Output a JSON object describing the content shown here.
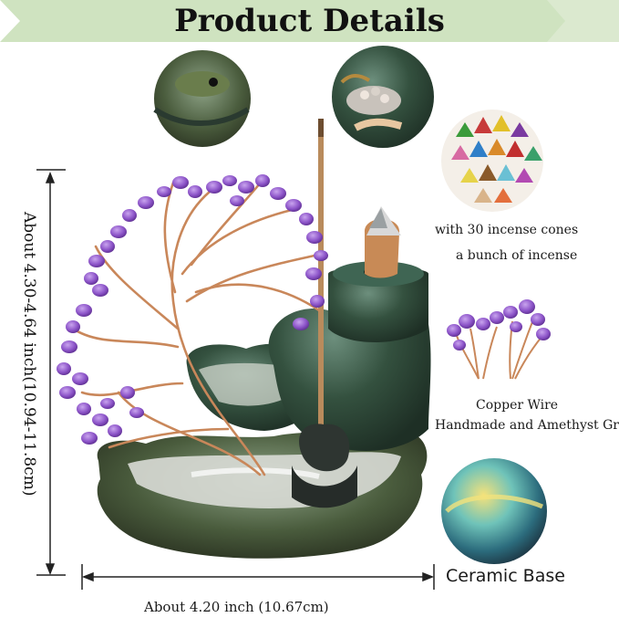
{
  "header": {
    "title": "Product Details",
    "banner_color": "#cfe3c0"
  },
  "dimensions": {
    "height_label": "About 4.30-4.64 inch(10.94-11.8cm)",
    "width_label": "About 4.20 inch (10.67cm)"
  },
  "features": {
    "incense_line1": "with 30 incense cones",
    "incense_line2": "a bunch of incense",
    "wire_line1": "Copper Wire",
    "wire_line2": "Handmade and Amethyst Gravel",
    "base_label": "Ceramic Base"
  },
  "colors": {
    "amethyst": "#8a4fc4",
    "copper": "#c9875a",
    "glaze": "#2f4a3c"
  }
}
